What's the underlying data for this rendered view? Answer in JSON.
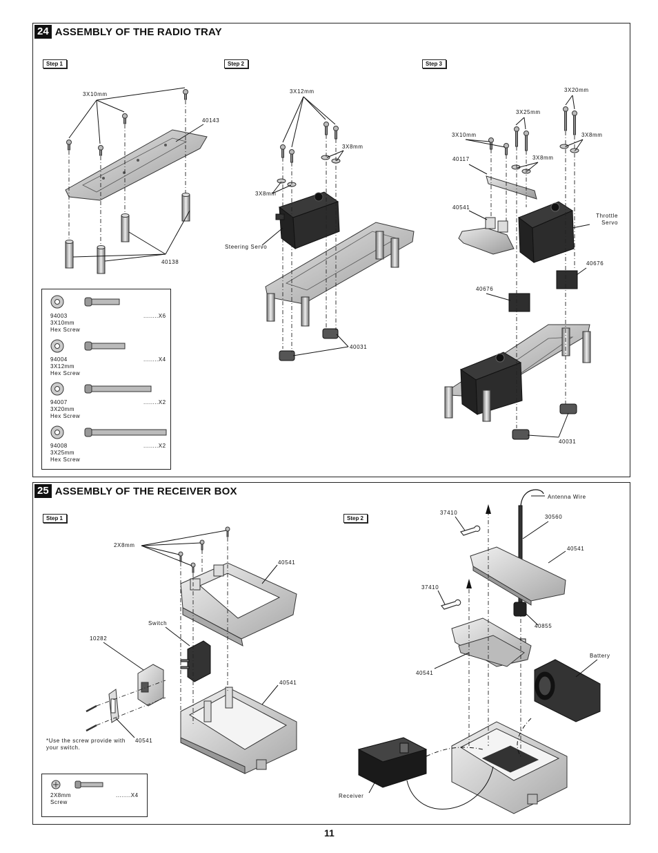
{
  "sections": [
    {
      "number": "24",
      "title": "ASSEMBLY OF THE RADIO TRAY",
      "steps": [
        "Step 1",
        "Step 2",
        "Step 3"
      ],
      "callouts": {
        "s1_3x10": "3X10mm",
        "s1_40143": "40143",
        "s1_40138": "40138",
        "s2_3x12": "3X12mm",
        "s2_3x8a": "3X8mm",
        "s2_3x8b": "3X8mm",
        "s2_steering": "Steering Servo",
        "s2_40031": "40031",
        "s3_3x20": "3X20mm",
        "s3_3x25": "3X25mm",
        "s3_3x10": "3X10mm",
        "s3_3x8a": "3X8mm",
        "s3_3x8b": "3X8mm",
        "s3_40117": "40117",
        "s3_40541": "40541",
        "s3_throttle": "Throttle Servo",
        "s3_40676a": "40676",
        "s3_40676b": "40676",
        "s3_40031": "40031"
      },
      "legend": [
        {
          "code": "94003",
          "size": "3X10mm",
          "type": "Hex Screw",
          "qty": "........X6"
        },
        {
          "code": "94004",
          "size": "3X12mm",
          "type": "Hex Screw",
          "qty": "........X4"
        },
        {
          "code": "94007",
          "size": "3X20mm",
          "type": "Hex Screw",
          "qty": "........X2"
        },
        {
          "code": "94008",
          "size": "3X25mm",
          "type": "Hex Screw",
          "qty": "........X2"
        }
      ]
    },
    {
      "number": "25",
      "title": "ASSEMBLY OF THE RECEIVER BOX",
      "steps": [
        "Step 1",
        "Step 2"
      ],
      "callouts": {
        "s1_2x8": "2X8mm",
        "s1_40541a": "40541",
        "s1_switch": "Switch",
        "s1_10282": "10282",
        "s1_40541b": "40541",
        "s1_40541c": "40541",
        "s1_note": "*Use the screw provide with your switch.",
        "s2_antenna": "Antenna Wire",
        "s2_37410a": "37410",
        "s2_30560": "30560",
        "s2_40541a": "40541",
        "s2_37410b": "37410",
        "s2_40855": "40855",
        "s2_battery": "Battery",
        "s2_40541b": "40541",
        "s2_receiver": "Receiver"
      },
      "legend": [
        {
          "code": "",
          "size": "2X8mm",
          "type": "Screw",
          "qty": "........X4"
        }
      ]
    }
  ],
  "page_number": "11"
}
